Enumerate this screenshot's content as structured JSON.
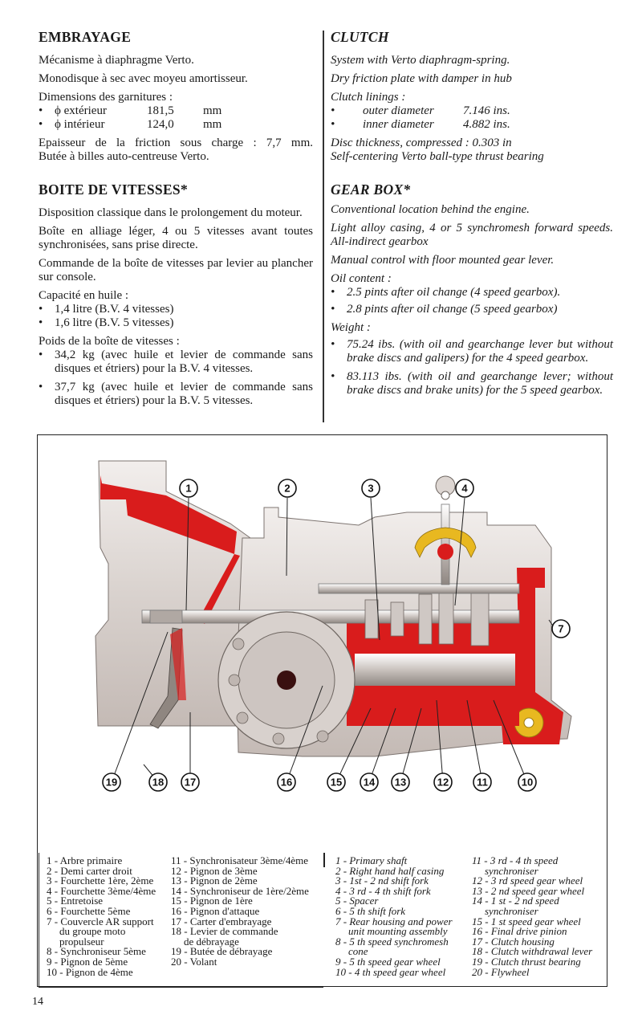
{
  "page_number": "14",
  "french": {
    "clutch": {
      "title": "EMBRAYAGE",
      "p1": "Mécanisme à diaphragme Verto.",
      "p2": "Monodisque à sec avec moyeu amortisseur.",
      "linings_label": "Dimensions des garnitures :",
      "linings": [
        {
          "label": "ϕ extérieur",
          "value": "181,5",
          "unit": "mm"
        },
        {
          "label": "ϕ intérieur",
          "value": "124,0",
          "unit": "mm"
        }
      ],
      "p3": "Epaisseur de la friction sous charge : 7,7 mm.",
      "p4": "Butée à billes auto-centreuse Verto."
    },
    "gearbox": {
      "title": "BOITE DE VITESSES*",
      "p1": "Disposition classique dans le prolongement du moteur.",
      "p2": "Boîte en alliage léger, 4 ou 5 vitesses avant toutes synchronisées, sans prise directe.",
      "p3": "Commande de la boîte de vitesses par levier au plancher sur console.",
      "oil_label": "Capacité en huile :",
      "oil": [
        "1,4 litre  (B.V. 4 vitesses)",
        "1,6 litre  (B.V. 5 vitesses)"
      ],
      "weight_label": "Poids de la boîte de vitesses :",
      "weight": [
        "34,2 kg (avec huile et levier de commande sans disques et étriers) pour la B.V. 4 vitesses.",
        "37,7 kg (avec huile et levier de commande sans disques et étriers) pour la B.V. 5 vitesses."
      ]
    }
  },
  "english": {
    "clutch": {
      "title": "CLUTCH",
      "p1": "System with Verto diaphragm-spring.",
      "p2": "Dry friction plate with damper in hub",
      "linings_label": "Clutch linings :",
      "linings": [
        {
          "label": "outer diameter",
          "value": "7.146 ins."
        },
        {
          "label": "inner diameter",
          "value": "4.882 ins."
        }
      ],
      "p3": "Disc thickness, compressed : 0.303 in",
      "p4": "Self-centering Verto ball-type thrust bearing"
    },
    "gearbox": {
      "title": "GEAR BOX*",
      "p1": "Conventional location behind the engine.",
      "p2": "Light alloy casing, 4 or 5 synchromesh forward speeds. All-indirect gearbox",
      "p3": "Manual control with floor mounted gear lever.",
      "oil_label": "Oil content :",
      "oil": [
        "2.5 pints after oil change (4 speed gearbox).",
        "2.8 pints after oil change (5 speed gearbox)"
      ],
      "weight_label": "Weight :",
      "weight": [
        "75.24 ibs. (with oil and gearchange lever but without brake discs and galipers) for the 4 speed gearbox.",
        "83.113 ibs. (with oil and gearchange lever; without brake discs and brake units) for the 5 speed gearbox."
      ]
    }
  },
  "diagram": {
    "colors": {
      "casing": "#e4dedb",
      "section": "#d91c1c",
      "shade": "#b8aea9",
      "gold": "#e8b820"
    },
    "callouts": [
      "1",
      "2",
      "3",
      "4",
      "7",
      "10",
      "11",
      "12",
      "13",
      "14",
      "15",
      "16",
      "17",
      "18",
      "19"
    ]
  },
  "legend_fr": {
    "col1": [
      {
        "n": "1",
        "t": "Arbre primaire"
      },
      {
        "n": "2",
        "t": "Demi carter droit"
      },
      {
        "n": "3",
        "t": "Fourchette 1ère, 2ème"
      },
      {
        "n": "4",
        "t": "Fourchette 3ème/4ème"
      },
      {
        "n": "5",
        "t": "Entretoise"
      },
      {
        "n": "6",
        "t": "Fourchette 5ème"
      },
      {
        "n": "7",
        "t": "Couvercle AR support",
        "cont": [
          "du groupe moto",
          "propulseur"
        ]
      },
      {
        "n": "8",
        "t": "Synchroniseur 5ème"
      },
      {
        "n": "9",
        "t": "Pignon de 5ème"
      },
      {
        "n": "10",
        "t": "Pignon de 4ème"
      }
    ],
    "col2": [
      {
        "n": "11",
        "t": "Synchronisateur 3ème/4ème"
      },
      {
        "n": "12",
        "t": "Pignon de 3ème"
      },
      {
        "n": "13",
        "t": "Pignon de 2ème"
      },
      {
        "n": "14",
        "t": "Synchroniseur de 1ère/2ème"
      },
      {
        "n": "15",
        "t": "Pignon de 1ère"
      },
      {
        "n": "16",
        "t": "Pignon d'attaque"
      },
      {
        "n": "17",
        "t": "Carter d'embrayage"
      },
      {
        "n": "18",
        "t": "Levier de commande",
        "cont": [
          "de débrayage"
        ]
      },
      {
        "n": "19",
        "t": "Butée de débrayage"
      },
      {
        "n": "20",
        "t": "Volant"
      }
    ]
  },
  "legend_en": {
    "col1": [
      {
        "n": "1",
        "t": "Primary shaft"
      },
      {
        "n": "2",
        "t": "Right hand half casing"
      },
      {
        "n": "3",
        "t": "1st - 2 nd shift fork"
      },
      {
        "n": "4",
        "t": "3 rd - 4 th shift fork"
      },
      {
        "n": "5",
        "t": "Spacer"
      },
      {
        "n": "6",
        "t": "5 th shift fork"
      },
      {
        "n": "7",
        "t": "Rear housing and power",
        "cont": [
          "unit mounting assembly"
        ]
      },
      {
        "n": "8",
        "t": "5 th speed synchromesh",
        "cont": [
          "cone"
        ]
      },
      {
        "n": "9",
        "t": "5 th speed gear wheel"
      },
      {
        "n": "10",
        "t": "4 th speed gear wheel"
      }
    ],
    "col2": [
      {
        "n": "11",
        "t": "3 rd - 4 th speed",
        "cont": [
          "synchroniser"
        ]
      },
      {
        "n": "12",
        "t": "3 rd speed gear wheel"
      },
      {
        "n": "13",
        "t": "2 nd speed gear wheel"
      },
      {
        "n": "14",
        "t": "1 st - 2 nd speed",
        "cont": [
          "synchroniser"
        ]
      },
      {
        "n": "15",
        "t": "1 st speed gear wheel"
      },
      {
        "n": "16",
        "t": "Final drive pinion"
      },
      {
        "n": "17",
        "t": "Clutch housing"
      },
      {
        "n": "18",
        "t": "Clutch withdrawal lever"
      },
      {
        "n": "19",
        "t": "Clutch thrust bearing"
      },
      {
        "n": "20",
        "t": "Flywheel"
      }
    ]
  }
}
